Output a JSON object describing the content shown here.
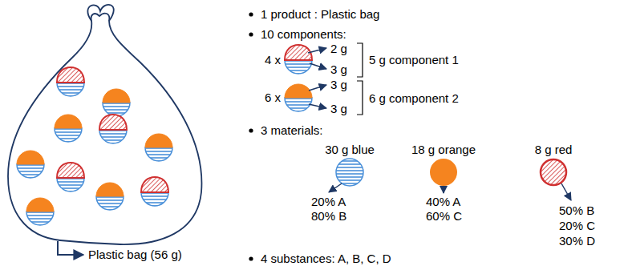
{
  "diagram": {
    "labels": [
      "1 product : Plastic bag",
      "10 components:",
      "4 x",
      "2 g",
      "3 g",
      "5 g component 1",
      "6 x",
      "3 g",
      "3 g",
      "6 g component 2",
      "3 materials:",
      "30 g blue",
      "18 g orange",
      "8 g red",
      "20% A",
      "80% B",
      "40% A",
      "60% C",
      "50% B",
      "20% C",
      "30% D",
      "4 substances: A, B, C, D",
      "Plastic bag (56 g)"
    ]
  }
}
